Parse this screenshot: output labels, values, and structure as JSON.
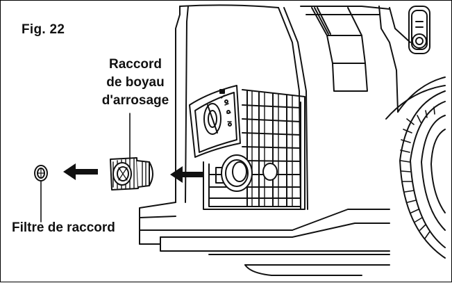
{
  "figure": {
    "label": "Fig. 22"
  },
  "callouts": {
    "hose_connector": [
      "Raccord",
      "de boyau",
      "d'arrosage"
    ],
    "filter": "Filtre de raccord"
  },
  "colors": {
    "line": "#111111",
    "background": "#ffffff"
  },
  "icons": {
    "arrow": "arrow-left-icon"
  }
}
